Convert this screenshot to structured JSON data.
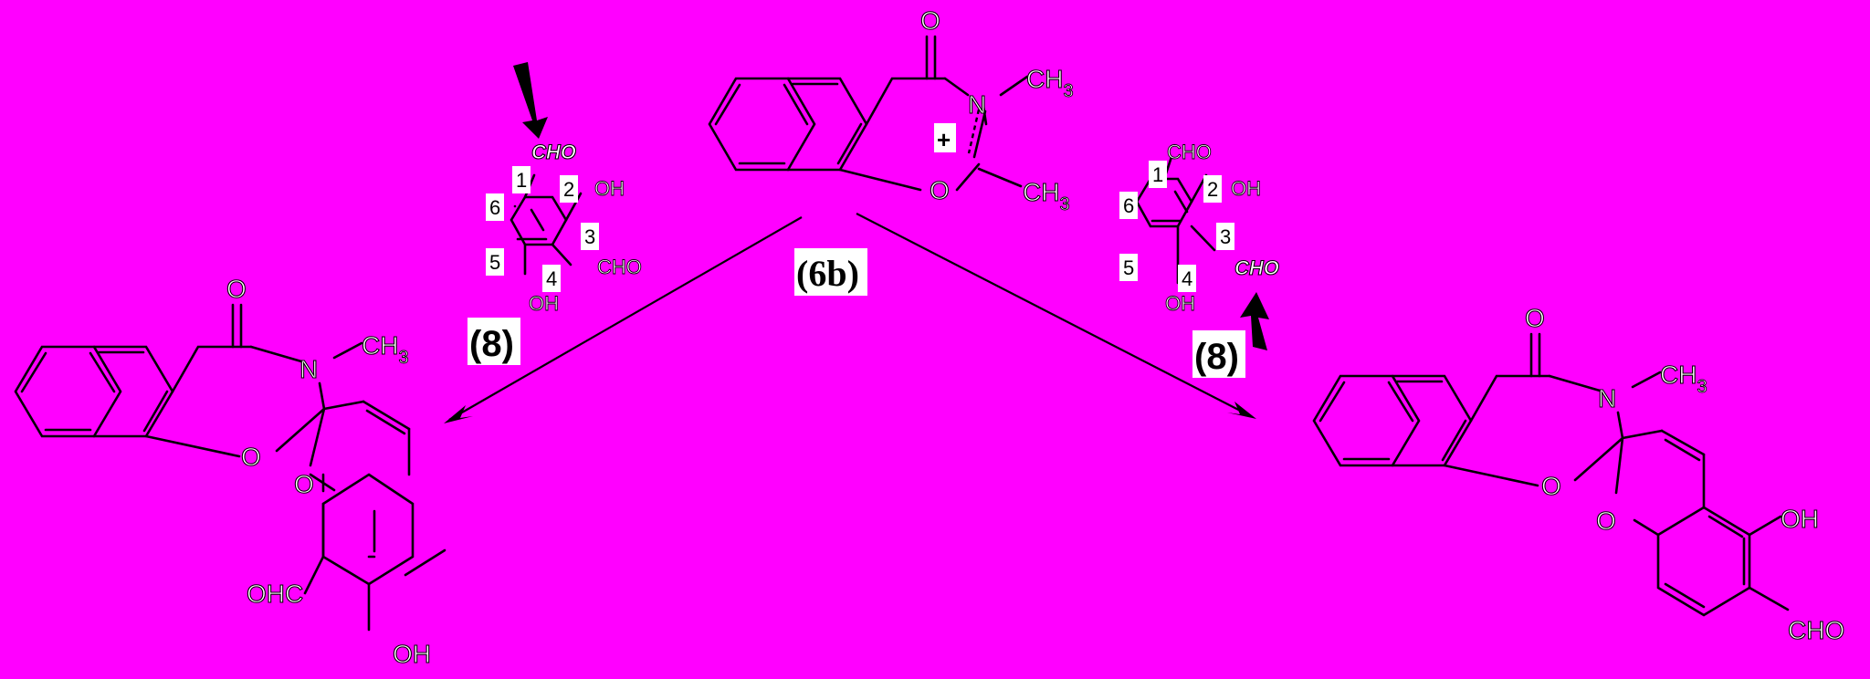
{
  "reagent": {
    "label": "(6b)",
    "o": "O",
    "n": "N",
    "ring_o": "O",
    "ch3": "CH",
    "sub3": "3",
    "plus": "+"
  },
  "aldehyde_left": {
    "label": "(8)",
    "cho_top": "CHO",
    "oh2": "OH",
    "cho3": "CHO",
    "oh4": "OH",
    "numbers": [
      "1",
      "2",
      "3",
      "4",
      "5",
      "6"
    ]
  },
  "aldehyde_right": {
    "label": "(8)",
    "cho_top": "CHO",
    "oh2": "OH",
    "cho3": "CHO",
    "oh4": "OH",
    "numbers": [
      "1",
      "2",
      "3",
      "4",
      "5",
      "6"
    ]
  },
  "product_left": {
    "o": "O",
    "n": "N",
    "ch3": "CH",
    "sub3": "3",
    "o1": "O",
    "o2": "O",
    "ohc": "OHC",
    "oh": "OH"
  },
  "product_right": {
    "o": "O",
    "n": "N",
    "ch3": "CH",
    "sub3": "3",
    "o1": "O",
    "o2": "O",
    "oh": "OH",
    "cho": "CHO"
  }
}
